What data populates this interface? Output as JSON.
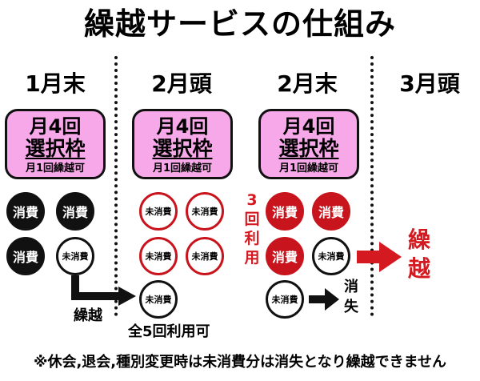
{
  "title": "繰越サービスの仕組み",
  "columns": [
    {
      "label": "1月末"
    },
    {
      "label": "2月頭"
    },
    {
      "label": "2月末"
    },
    {
      "label": "3月頭"
    }
  ],
  "frame": {
    "line1": "月4回",
    "line2": "選択枠",
    "line3": "月1回繰越可"
  },
  "coin_labels": {
    "used": "消費",
    "unused": "未消費"
  },
  "col1": {
    "carry_label": "繰越"
  },
  "col2": {
    "total_label": "全5回利用可"
  },
  "col3": {
    "used_count_label": [
      "3",
      "回",
      "利",
      "用"
    ],
    "expire_label": [
      "消",
      "失"
    ]
  },
  "col4": {
    "carry_label": [
      "繰",
      "越"
    ]
  },
  "footnote": "※休会,退会,種別変更時は未消費分は消失となり繰越できません",
  "colors": {
    "frame_fill": "#f7a8e8",
    "accent_red": "#d41a20",
    "used_black": "#111111"
  }
}
